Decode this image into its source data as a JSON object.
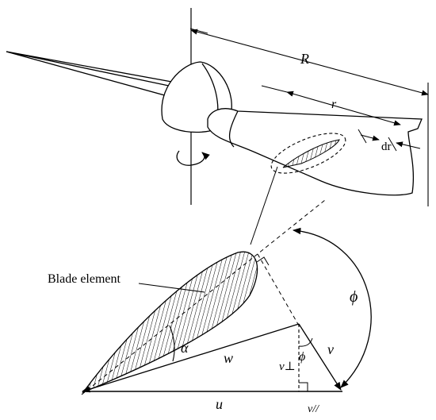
{
  "labels": {
    "R": "R",
    "r": "r",
    "dr": "dr",
    "blade_element": "Blade element",
    "phi_top": "ϕ",
    "alpha": "α",
    "w": "w",
    "phi_inner": "ϕ",
    "v": "v",
    "v_perp": "v⊥",
    "u": "u",
    "v_par": "v//"
  }
}
